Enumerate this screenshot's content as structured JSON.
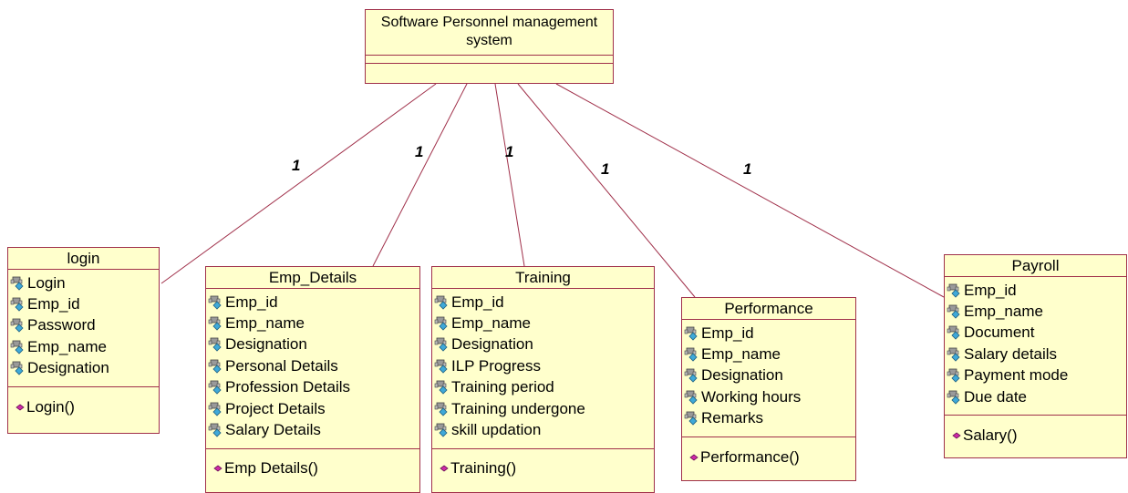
{
  "root_class": {
    "name": "Software Personnel management system"
  },
  "multiplicities": [
    "1",
    "1",
    "1",
    "1",
    "1"
  ],
  "classes": [
    {
      "key": "login",
      "name": "login",
      "attributes": [
        "Login",
        "Emp_id",
        "Password",
        "Emp_name",
        "Designation"
      ],
      "operations": [
        "Login()"
      ]
    },
    {
      "key": "emp-details",
      "name": "Emp_Details",
      "attributes": [
        "Emp_id",
        "Emp_name",
        "Designation",
        "Personal Details",
        "Profession Details",
        "Project Details",
        "Salary Details"
      ],
      "operations": [
        "Emp Details()"
      ]
    },
    {
      "key": "training",
      "name": "Training",
      "attributes": [
        "Emp_id",
        "Emp_name",
        "Designation",
        "ILP Progress",
        "Training period",
        "Training undergone",
        "skill updation"
      ],
      "operations": [
        "Training()"
      ]
    },
    {
      "key": "performance",
      "name": "Performance",
      "attributes": [
        "Emp_id",
        "Emp_name",
        "Designation",
        "Working hours",
        "Remarks"
      ],
      "operations": [
        "Performance()"
      ]
    },
    {
      "key": "payroll",
      "name": "Payroll",
      "attributes": [
        "Emp_id",
        "Emp_name",
        "Document",
        "Salary details",
        "Payment mode",
        "Due date"
      ],
      "operations": [
        "Salary()"
      ]
    }
  ],
  "colors": {
    "class_fill": "#ffffcc",
    "class_border": "#a0304a",
    "association_line": "#a0304a",
    "attribute_icon": "#3fa9d8",
    "operation_icon": "#d02aa8"
  },
  "icons": {
    "attribute": "public-attribute-icon",
    "operation": "public-operation-icon"
  }
}
